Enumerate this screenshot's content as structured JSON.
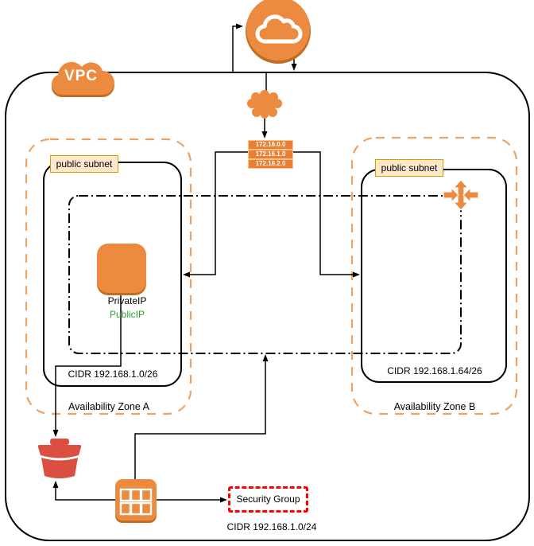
{
  "diagram": {
    "vpc": {
      "label": "VPC"
    },
    "route_table": {
      "rows": [
        "172.16.0.0",
        "172.16.1.0",
        "172.16.2.0"
      ]
    },
    "zones": [
      {
        "name": "Availability Zone A",
        "subnet_label": "public subnet",
        "cidr": "CIDR 192.168.1.0/26",
        "instance": {
          "line1": "PrivateIP",
          "line2": "PublicIP"
        }
      },
      {
        "name": "Availability Zone B",
        "subnet_label": "public subnet",
        "cidr": "CIDR 192.168.1.64/26"
      }
    ],
    "security_group": {
      "label": "Security Group"
    },
    "vpc_cidr": "CIDR 192.168.1.0/24",
    "colors": {
      "icon_orange": "#EC8A3F",
      "icon_shadow": "#C06E23",
      "route_row_orange": "#ED7D31",
      "zone_border_orange": "#F0A263",
      "subnet_label_fill": "#FDE8CC",
      "subnet_label_border": "#D79B00",
      "bucket_red": "#DA4F40",
      "public_ip_green": "#2FA12F",
      "security_group_red": "#FF0000"
    }
  }
}
